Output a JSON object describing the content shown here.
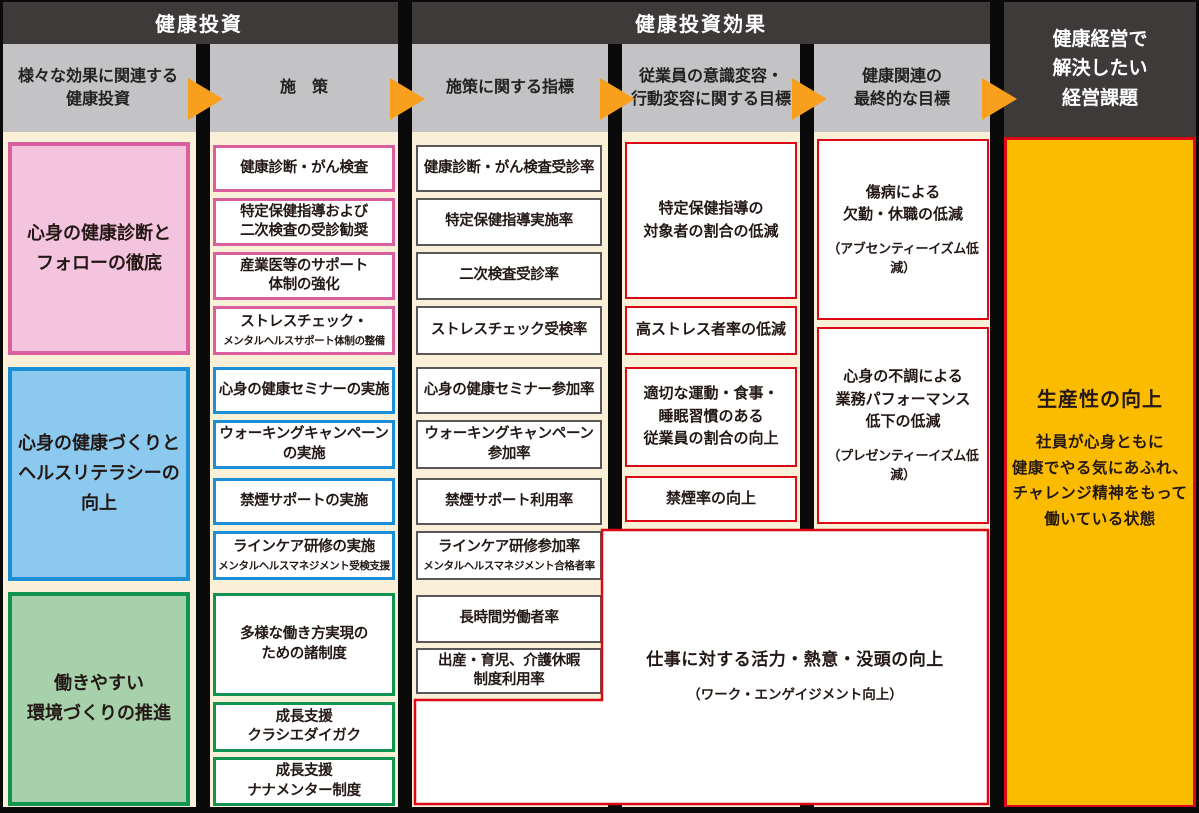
{
  "sections": {
    "investment": "健康投資",
    "effect": "健康投資効果"
  },
  "column_headers": {
    "c1": "様々な効果に関連する\n健康投資",
    "c2": "施　策",
    "c3": "施策に関する指標",
    "c4": "従業員の意識変容・\n行動変容に関する目標",
    "c5": "健康関連の\n最終的な目標",
    "c6": "健康経営で\n解決したい\n経営課題"
  },
  "themes": {
    "t1": "心身の健康診断と\nフォローの徹底",
    "t2": "心身の健康づくりと\nヘルスリテラシーの\n向上",
    "t3": "働きやすい\n環境づくりの推進"
  },
  "measures": {
    "m1": "健康診断・がん検査",
    "m2": "特定保健指導および\n二次検査の受診勧奨",
    "m3": "産業医等のサポート\n体制の強化",
    "m4": "ストレスチェック・",
    "m4_sub": "メンタルヘルスサポート体制の整備",
    "m5": "心身の健康セミナーの実施",
    "m6": "ウォーキングキャンペーン\nの実施",
    "m7": "禁煙サポートの実施",
    "m8": "ラインケア研修の実施",
    "m8_sub": "メンタルヘルスマネジメント受検支援",
    "m9": "多様な働き方実現の\nための諸制度",
    "m10": "成長支援\nクラシエダイガク",
    "m11": "成長支援\nナナメンター制度"
  },
  "indicators": {
    "i1": "健康診断・がん検査受診率",
    "i2": "特定保健指導実施率",
    "i3": "二次検査受診率",
    "i4": "ストレスチェック受検率",
    "i5": "心身の健康セミナー参加率",
    "i6": "ウォーキングキャンペーン\n参加率",
    "i7": "禁煙サポート利用率",
    "i8": "ラインケア研修参加率",
    "i8_sub": "メンタルヘルスマネジメント合格者率",
    "i9": "長時間労働者率",
    "i10": "出産・育児、介護休暇\n制度利用率"
  },
  "behavior_goals": {
    "g1": "特定保健指導の\n対象者の割合の低減",
    "g2": "高ストレス者率の低減",
    "g3": "適切な運動・食事・\n睡眠習慣のある\n従業員の割合の向上",
    "g4": "禁煙率の向上"
  },
  "final_goals": {
    "f1": "傷病による\n欠勤・休職の低減",
    "f1_note": "（アブセンティーイズム低減）",
    "f2": "心身の不調による\n業務パフォーマンス\n低下の低減",
    "f2_note": "（プレゼンティーイズム低減）"
  },
  "engagement": {
    "main": "仕事に対する活力・熱意・没頭の向上",
    "note": "（ワーク・エンゲイジメント向上）"
  },
  "outcome": {
    "title": "生産性の向上",
    "body": "社員が心身ともに\n健康でやる気にあふれ、\nチャレンジ精神をもって\n働いている状態"
  },
  "colors": {
    "cream": "#F9F0D7",
    "dark": "#3E3A39",
    "grayband": "#C3C3C5",
    "black": "#0A0A0A",
    "pinkFill": "#F4C3DD",
    "pinkLine": "#D95F9F",
    "blueFill": "#8BC9EE",
    "blueLine": "#1B8FD5",
    "greenFill": "#A7D1AA",
    "greenLine": "#119351",
    "red": "#DC0814",
    "yellow": "#FBBC00",
    "orange": "#F8A01E"
  }
}
